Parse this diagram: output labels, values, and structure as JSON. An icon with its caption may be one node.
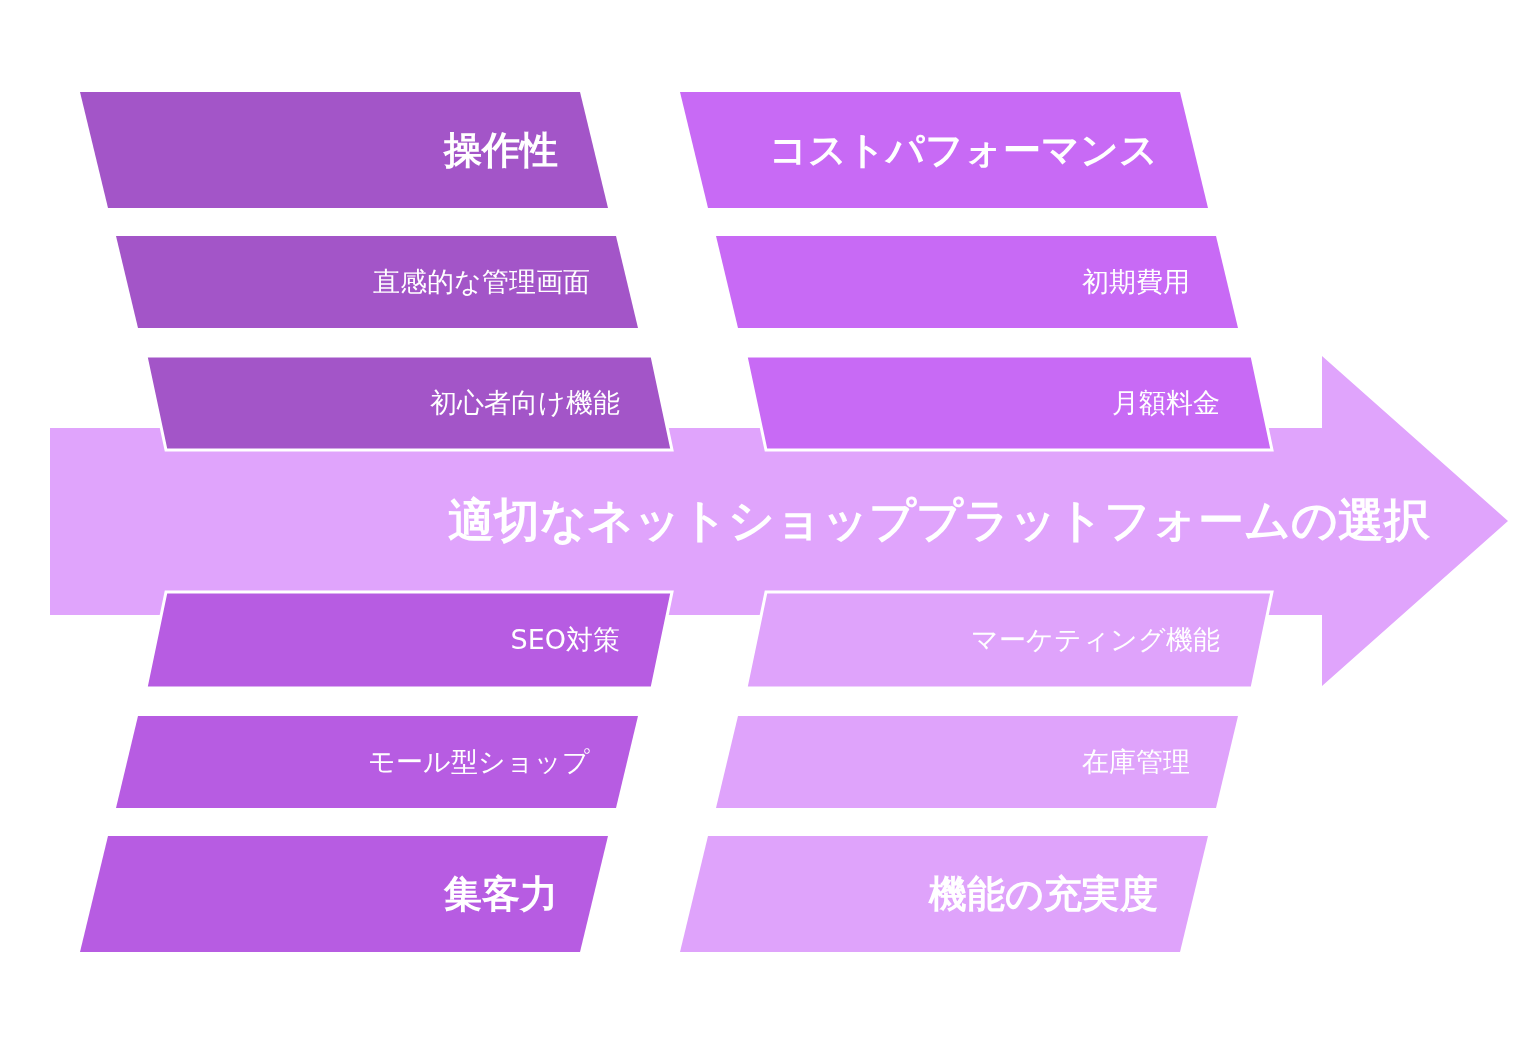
{
  "diagram": {
    "nodes": [
      {
        "text": [
          "操作性"
        ]
      },
      {
        "text": [
          "コストパフォーマンス"
        ]
      },
      {
        "text": [
          "直感的な管理画面"
        ]
      },
      {
        "text": [
          "初期費用"
        ]
      },
      {
        "text": [
          "初心者向け機能"
        ]
      },
      {
        "text": [
          "月額料金"
        ]
      },
      {
        "text": [
          "適切なネットショッププラットフォームの選択"
        ]
      },
      {
        "text": [
          "SEO対策"
        ]
      },
      {
        "text": [
          "マーケティング機能"
        ]
      },
      {
        "text": [
          "モール型ショップ"
        ]
      },
      {
        "text": [
          "在庫管理"
        ]
      },
      {
        "text": [
          "集客力"
        ]
      },
      {
        "text": [
          "機能の充実度"
        ]
      }
    ],
    "edges": []
  }
}
